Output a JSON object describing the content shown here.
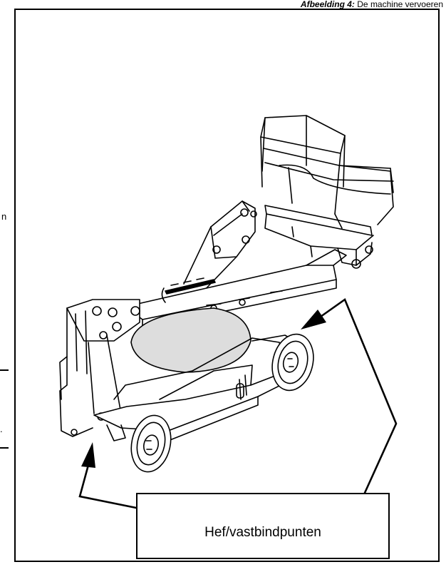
{
  "caption": {
    "figure_label": "Afbeelding 4:",
    "title": "De machine vervoeren"
  },
  "margin_glyphs": {
    "top": "n",
    "bottom": "."
  },
  "callout": {
    "label": "Hef/vastbindpunten"
  },
  "colors": {
    "line": "#000000",
    "fill": "#ffffff",
    "shade": "#dddddd"
  }
}
